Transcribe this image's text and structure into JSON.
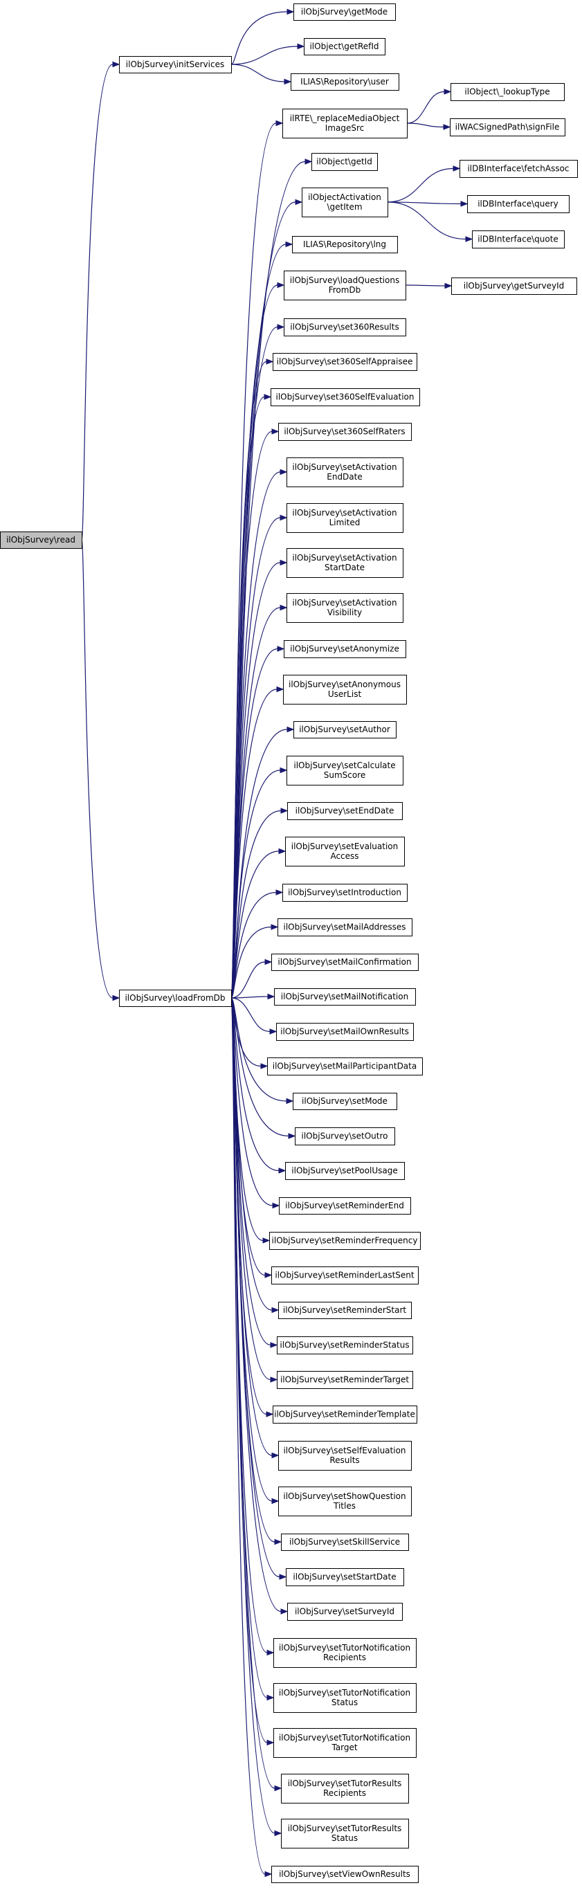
{
  "graph": {
    "colors": {
      "edge": "#191970",
      "node_fill": "#ffffff",
      "root_fill": "#bfbfbf",
      "border": "#000000",
      "text": "#000000"
    },
    "nodes": [
      {
        "id": "n0",
        "lines": [
          "ilObjSurvey\\read"
        ],
        "root": true
      },
      {
        "id": "n1",
        "lines": [
          "ilObjSurvey\\initServices"
        ]
      },
      {
        "id": "n2",
        "lines": [
          "ilObjSurvey\\getMode"
        ]
      },
      {
        "id": "n3",
        "lines": [
          "ilObject\\getRefId"
        ]
      },
      {
        "id": "n4",
        "lines": [
          "ILIAS\\Repository\\user"
        ]
      },
      {
        "id": "n5",
        "lines": [
          "ilObjSurvey\\loadFromDb"
        ]
      },
      {
        "id": "n6",
        "lines": [
          "ilRTE\\_replaceMediaObject",
          "ImageSrc"
        ]
      },
      {
        "id": "n7",
        "lines": [
          "ilObject\\_lookupType"
        ]
      },
      {
        "id": "n8",
        "lines": [
          "ilWACSignedPath\\signFile"
        ]
      },
      {
        "id": "n9",
        "lines": [
          "ilObject\\getId"
        ]
      },
      {
        "id": "n10",
        "lines": [
          "ilObjectActivation",
          "\\getItem"
        ]
      },
      {
        "id": "n11",
        "lines": [
          "ilDBInterface\\fetchAssoc"
        ]
      },
      {
        "id": "n12",
        "lines": [
          "ilDBInterface\\query"
        ]
      },
      {
        "id": "n13",
        "lines": [
          "ilDBInterface\\quote"
        ]
      },
      {
        "id": "n14",
        "lines": [
          "ILIAS\\Repository\\lng"
        ]
      },
      {
        "id": "n15",
        "lines": [
          "ilObjSurvey\\loadQuestions",
          "FromDb"
        ]
      },
      {
        "id": "n16",
        "lines": [
          "ilObjSurvey\\getSurveyId"
        ]
      },
      {
        "id": "n17",
        "lines": [
          "ilObjSurvey\\set360Results"
        ]
      },
      {
        "id": "n18",
        "lines": [
          "ilObjSurvey\\set360SelfAppraisee"
        ]
      },
      {
        "id": "n19",
        "lines": [
          "ilObjSurvey\\set360SelfEvaluation"
        ]
      },
      {
        "id": "n20",
        "lines": [
          "ilObjSurvey\\set360SelfRaters"
        ]
      },
      {
        "id": "n21",
        "lines": [
          "ilObjSurvey\\setActivation",
          "EndDate"
        ]
      },
      {
        "id": "n22",
        "lines": [
          "ilObjSurvey\\setActivation",
          "Limited"
        ]
      },
      {
        "id": "n23",
        "lines": [
          "ilObjSurvey\\setActivation",
          "StartDate"
        ]
      },
      {
        "id": "n24",
        "lines": [
          "ilObjSurvey\\setActivation",
          "Visibility"
        ]
      },
      {
        "id": "n25",
        "lines": [
          "ilObjSurvey\\setAnonymize"
        ]
      },
      {
        "id": "n26",
        "lines": [
          "ilObjSurvey\\setAnonymous",
          "UserList"
        ]
      },
      {
        "id": "n27",
        "lines": [
          "ilObjSurvey\\setAuthor"
        ]
      },
      {
        "id": "n28",
        "lines": [
          "ilObjSurvey\\setCalculate",
          "SumScore"
        ]
      },
      {
        "id": "n29",
        "lines": [
          "ilObjSurvey\\setEndDate"
        ]
      },
      {
        "id": "n30",
        "lines": [
          "ilObjSurvey\\setEvaluation",
          "Access"
        ]
      },
      {
        "id": "n31",
        "lines": [
          "ilObjSurvey\\setIntroduction"
        ]
      },
      {
        "id": "n32",
        "lines": [
          "ilObjSurvey\\setMailAddresses"
        ]
      },
      {
        "id": "n33",
        "lines": [
          "ilObjSurvey\\setMailConfirmation"
        ]
      },
      {
        "id": "n34",
        "lines": [
          "ilObjSurvey\\setMailNotification"
        ]
      },
      {
        "id": "n35",
        "lines": [
          "ilObjSurvey\\setMailOwnResults"
        ]
      },
      {
        "id": "n36",
        "lines": [
          "ilObjSurvey\\setMailParticipantData"
        ]
      },
      {
        "id": "n37",
        "lines": [
          "ilObjSurvey\\setMode"
        ]
      },
      {
        "id": "n38",
        "lines": [
          "ilObjSurvey\\setOutro"
        ]
      },
      {
        "id": "n39",
        "lines": [
          "ilObjSurvey\\setPoolUsage"
        ]
      },
      {
        "id": "n40",
        "lines": [
          "ilObjSurvey\\setReminderEnd"
        ]
      },
      {
        "id": "n41",
        "lines": [
          "ilObjSurvey\\setReminderFrequency"
        ]
      },
      {
        "id": "n42",
        "lines": [
          "ilObjSurvey\\setReminderLastSent"
        ]
      },
      {
        "id": "n43",
        "lines": [
          "ilObjSurvey\\setReminderStart"
        ]
      },
      {
        "id": "n44",
        "lines": [
          "ilObjSurvey\\setReminderStatus"
        ]
      },
      {
        "id": "n45",
        "lines": [
          "ilObjSurvey\\setReminderTarget"
        ]
      },
      {
        "id": "n46",
        "lines": [
          "ilObjSurvey\\setReminderTemplate"
        ]
      },
      {
        "id": "n47",
        "lines": [
          "ilObjSurvey\\setSelfEvaluation",
          "Results"
        ]
      },
      {
        "id": "n48",
        "lines": [
          "ilObjSurvey\\setShowQuestion",
          "Titles"
        ]
      },
      {
        "id": "n49",
        "lines": [
          "ilObjSurvey\\setSkillService"
        ]
      },
      {
        "id": "n50",
        "lines": [
          "ilObjSurvey\\setStartDate"
        ]
      },
      {
        "id": "n51",
        "lines": [
          "ilObjSurvey\\setSurveyId"
        ]
      },
      {
        "id": "n52",
        "lines": [
          "ilObjSurvey\\setTutorNotification",
          "Recipients"
        ]
      },
      {
        "id": "n53",
        "lines": [
          "ilObjSurvey\\setTutorNotification",
          "Status"
        ]
      },
      {
        "id": "n54",
        "lines": [
          "ilObjSurvey\\setTutorNotification",
          "Target"
        ]
      },
      {
        "id": "n55",
        "lines": [
          "ilObjSurvey\\setTutorResults",
          "Recipients"
        ]
      },
      {
        "id": "n56",
        "lines": [
          "ilObjSurvey\\setTutorResults",
          "Status"
        ]
      },
      {
        "id": "n57",
        "lines": [
          "ilObjSurvey\\setViewOwnResults"
        ]
      }
    ],
    "edges": [
      [
        "n0",
        "n1"
      ],
      [
        "n0",
        "n5"
      ],
      [
        "n1",
        "n2"
      ],
      [
        "n1",
        "n3"
      ],
      [
        "n1",
        "n4"
      ],
      [
        "n5",
        "n6"
      ],
      [
        "n5",
        "n9"
      ],
      [
        "n5",
        "n10"
      ],
      [
        "n5",
        "n14"
      ],
      [
        "n5",
        "n15"
      ],
      [
        "n5",
        "n17"
      ],
      [
        "n5",
        "n18"
      ],
      [
        "n5",
        "n19"
      ],
      [
        "n5",
        "n20"
      ],
      [
        "n5",
        "n21"
      ],
      [
        "n5",
        "n22"
      ],
      [
        "n5",
        "n23"
      ],
      [
        "n5",
        "n24"
      ],
      [
        "n5",
        "n25"
      ],
      [
        "n5",
        "n26"
      ],
      [
        "n5",
        "n27"
      ],
      [
        "n5",
        "n28"
      ],
      [
        "n5",
        "n29"
      ],
      [
        "n5",
        "n30"
      ],
      [
        "n5",
        "n31"
      ],
      [
        "n5",
        "n32"
      ],
      [
        "n5",
        "n33"
      ],
      [
        "n5",
        "n34"
      ],
      [
        "n5",
        "n35"
      ],
      [
        "n5",
        "n36"
      ],
      [
        "n5",
        "n37"
      ],
      [
        "n5",
        "n38"
      ],
      [
        "n5",
        "n39"
      ],
      [
        "n5",
        "n40"
      ],
      [
        "n5",
        "n41"
      ],
      [
        "n5",
        "n42"
      ],
      [
        "n5",
        "n43"
      ],
      [
        "n5",
        "n44"
      ],
      [
        "n5",
        "n45"
      ],
      [
        "n5",
        "n46"
      ],
      [
        "n5",
        "n47"
      ],
      [
        "n5",
        "n48"
      ],
      [
        "n5",
        "n49"
      ],
      [
        "n5",
        "n50"
      ],
      [
        "n5",
        "n51"
      ],
      [
        "n5",
        "n52"
      ],
      [
        "n5",
        "n53"
      ],
      [
        "n5",
        "n54"
      ],
      [
        "n5",
        "n55"
      ],
      [
        "n5",
        "n56"
      ],
      [
        "n5",
        "n57"
      ],
      [
        "n6",
        "n7"
      ],
      [
        "n6",
        "n8"
      ],
      [
        "n10",
        "n11"
      ],
      [
        "n10",
        "n12"
      ],
      [
        "n10",
        "n13"
      ],
      [
        "n15",
        "n16"
      ]
    ]
  }
}
